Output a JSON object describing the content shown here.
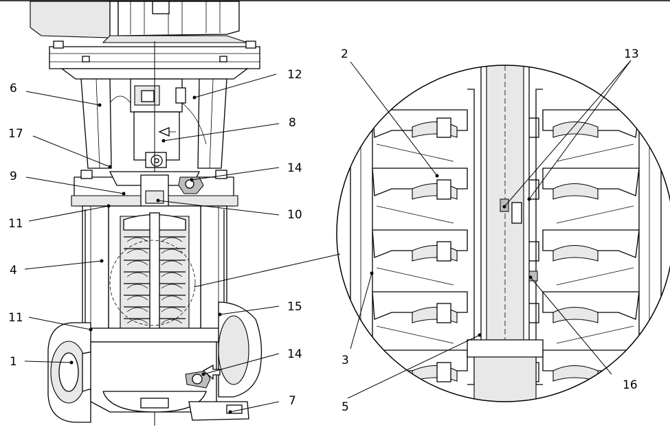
{
  "labels": {
    "l1": "1",
    "l2": "2",
    "l3": "3",
    "l4": "4",
    "l5": "5",
    "l6": "6",
    "l7": "7",
    "l8": "8",
    "l9": "9",
    "l10": "10",
    "l11a": "11",
    "l11b": "11",
    "l12": "12",
    "l13": "13",
    "l14a": "14",
    "l14b": "14",
    "l15": "15",
    "l16": "16",
    "l17": "17"
  }
}
